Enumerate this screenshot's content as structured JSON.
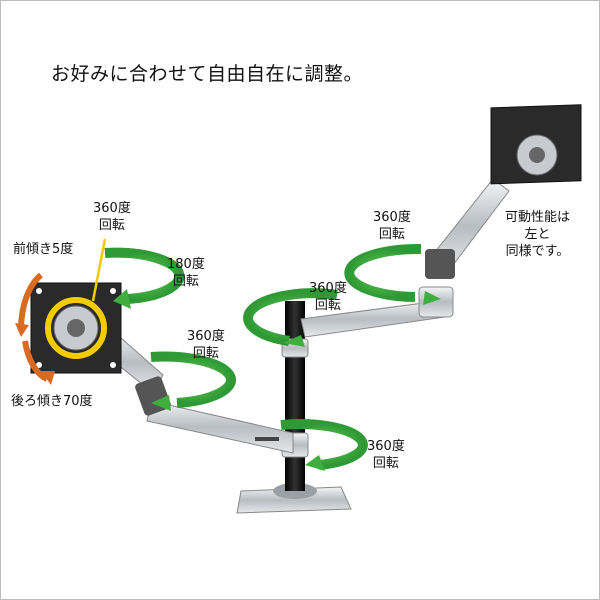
{
  "headline": "お好みに合わせて自由自在に調整。",
  "labels": {
    "rot_360_screen": "360度\n回転",
    "tilt_forward": "前傾き5度",
    "rot_180": "180度\n回転",
    "rot_360_left_arm": "360度\n回転",
    "tilt_back": "後ろ傾き70度",
    "rot_360_pole_top": "360度\n回転",
    "rot_360_right_arm": "360度\n回転",
    "right_arm_note": "可動性能は\n左と\n同様です。",
    "rot_360_base": "360度\n回転"
  },
  "colors": {
    "arrow_green": "#3fae3f",
    "arrow_orange": "#d86a22",
    "pointer_yellow": "#f2cc00",
    "metal": "#c8ccd0",
    "plate": "#2a2a2a"
  },
  "icons": [
    "rotate-arrow-icon",
    "tilt-arrow-icon",
    "pointer-line-icon"
  ]
}
